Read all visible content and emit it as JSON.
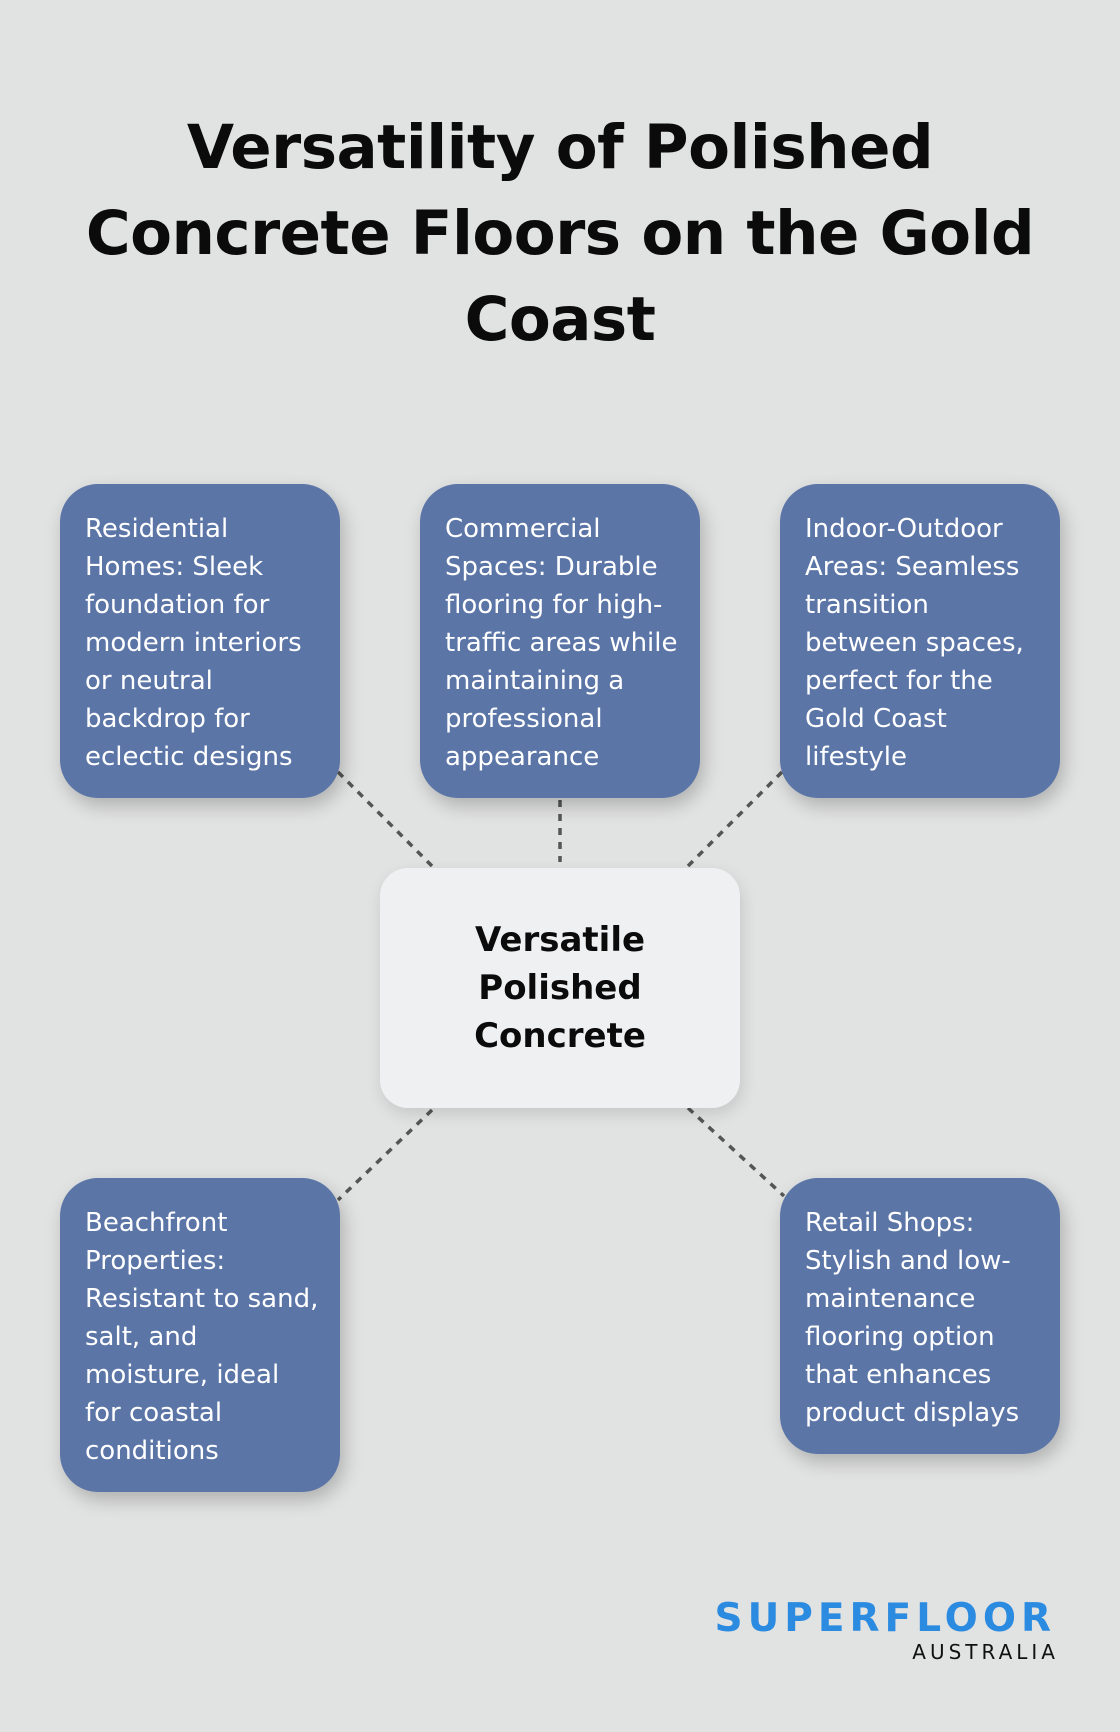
{
  "title": "Versatility of Polished Concrete Floors on the Gold Coast",
  "center_node": {
    "label": "Versatile Polished Concrete"
  },
  "nodes": [
    {
      "text": "Residential Homes: Sleek foundation for modern interiors or neutral backdrop for eclectic designs"
    },
    {
      "text": "Commercial Spaces: Durable flooring for high-traffic areas while maintaining a professional appearance"
    },
    {
      "text": "Indoor-Outdoor Areas: Seamless transition between spaces, perfect for the Gold Coast lifestyle"
    },
    {
      "text": "Beachfront Properties: Resistant to sand, salt, and moisture, ideal for coastal conditions"
    },
    {
      "text": "Retail Shops: Stylish and low-maintenance flooring option that enhances product displays"
    }
  ],
  "logo": {
    "name": "SUPERFLOOR",
    "subtitle": "AUSTRALIA"
  },
  "colors": {
    "background": "#e1e2e2",
    "node_fill": "#5b75a7",
    "center_fill": "#eff0f2",
    "connector": "#555555",
    "logo_accent": "#2b8be0"
  }
}
